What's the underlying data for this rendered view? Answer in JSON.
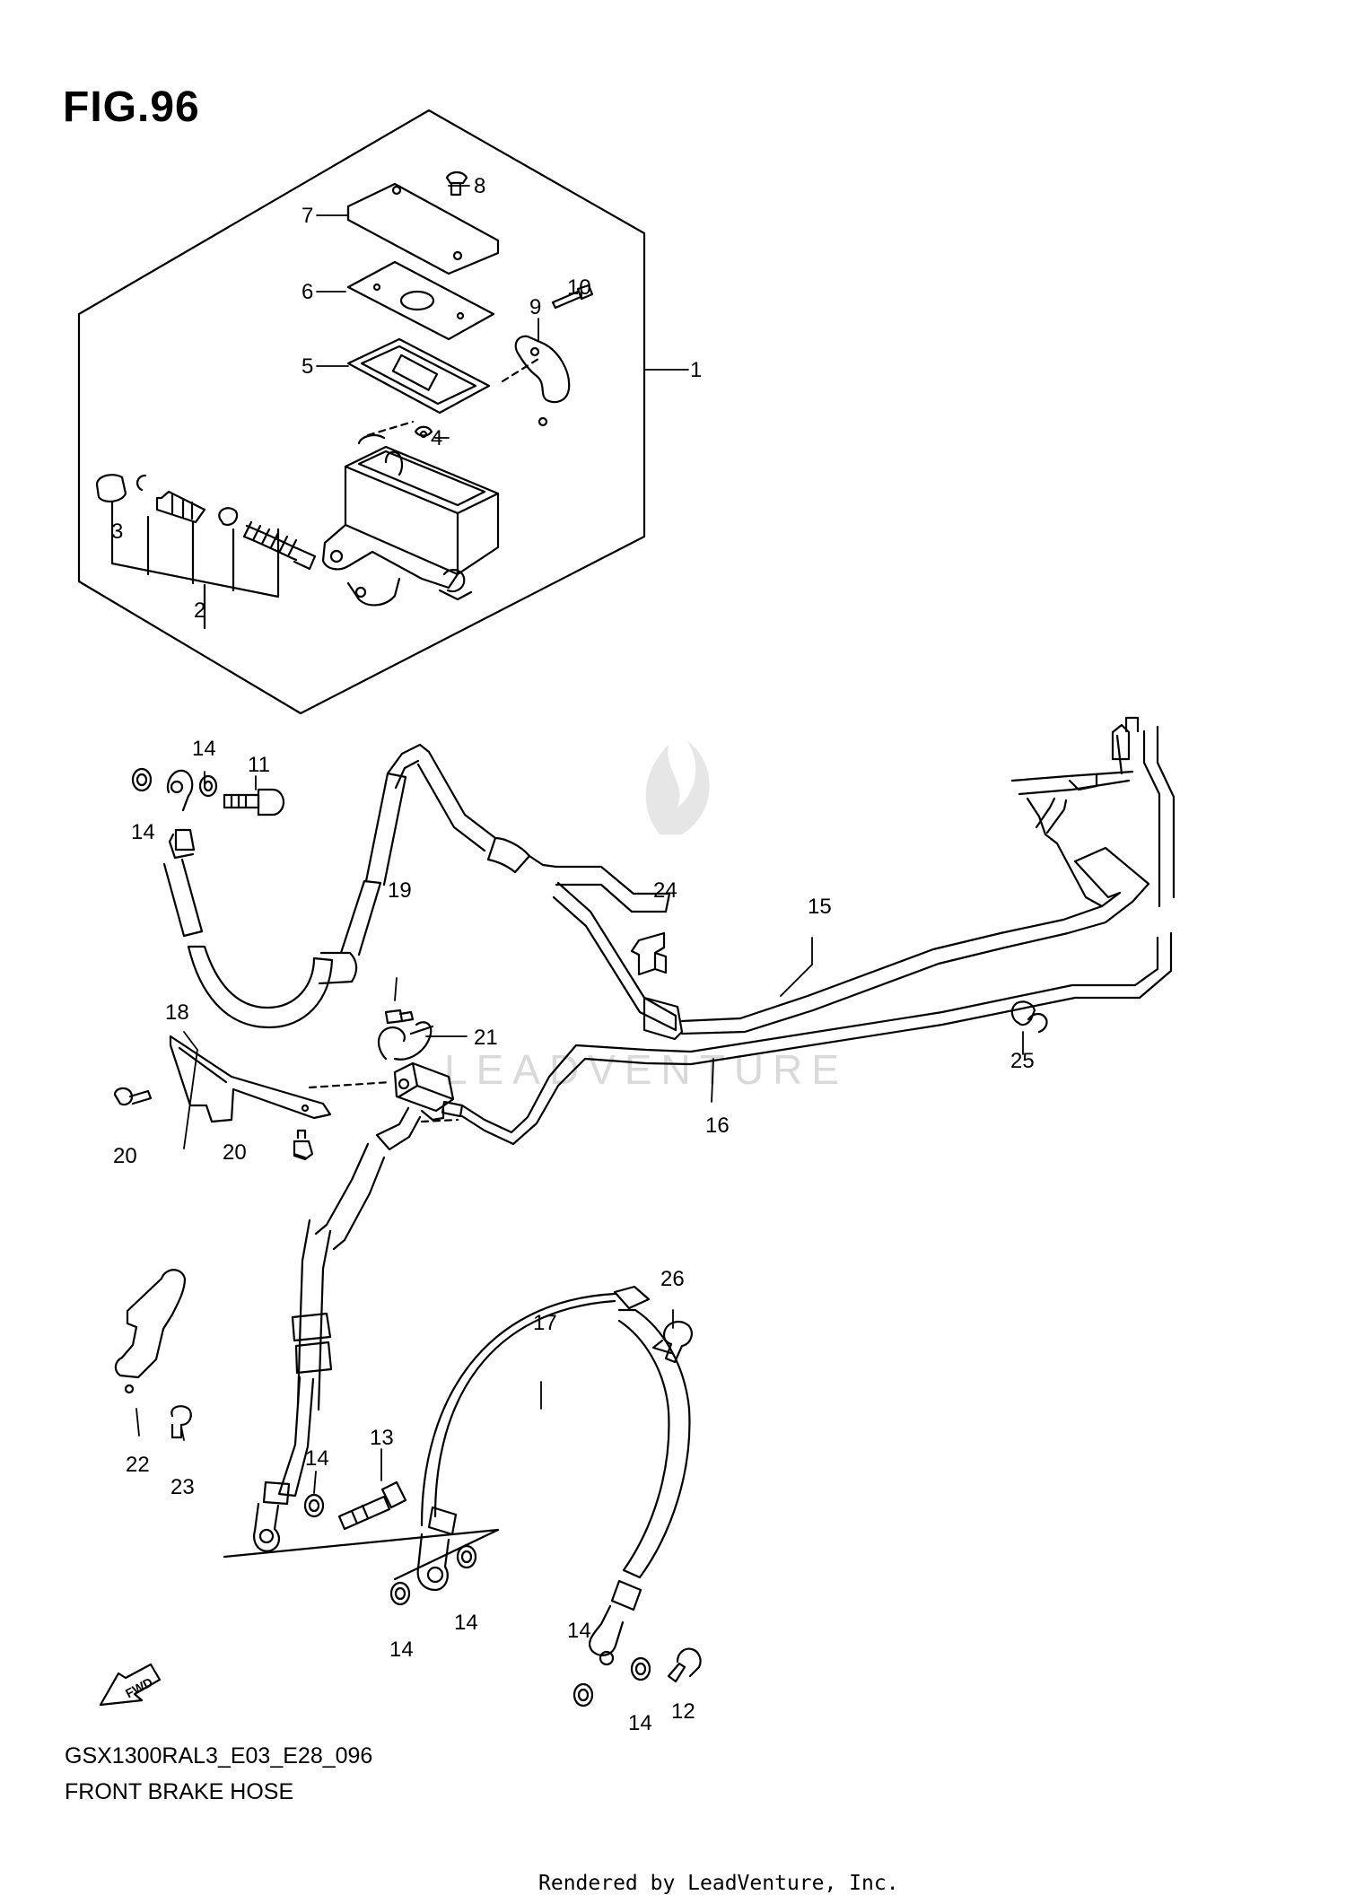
{
  "figure_title": "FIG.96",
  "model_code": "GSX1300RAL3_E03_E28_096",
  "section_name": "FRONT BRAKE HOSE",
  "credit": "Rendered by LeadVenture, Inc.",
  "watermark": "LEADVENTURE",
  "fwd_label": "FWD",
  "callouts": [
    "1",
    "2",
    "3",
    "4",
    "5",
    "6",
    "7",
    "8",
    "9",
    "10",
    "11",
    "12",
    "13",
    "14",
    "15",
    "16",
    "17",
    "18",
    "19",
    "20",
    "21",
    "22",
    "23",
    "24",
    "25",
    "26"
  ],
  "line_color": "#000000",
  "watermark_color": "#d9d9d9"
}
